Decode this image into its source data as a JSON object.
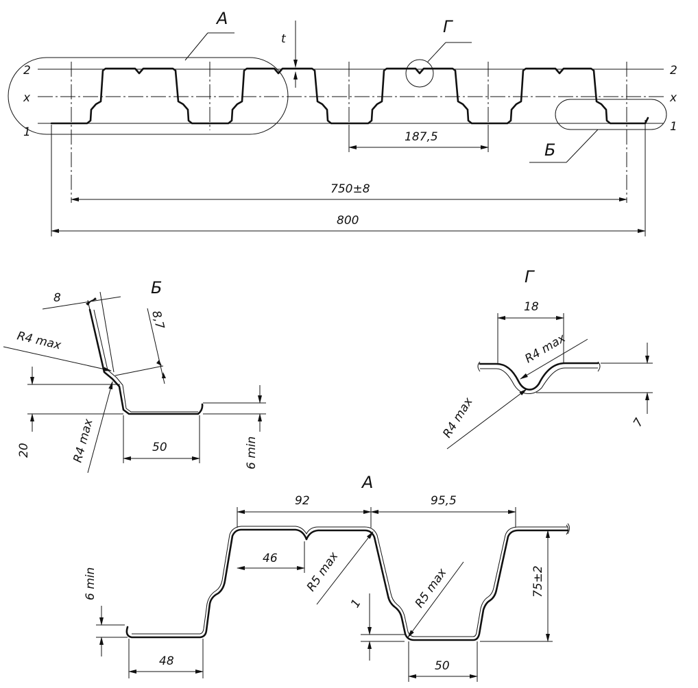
{
  "main_view": {
    "callout_A": "А",
    "callout_B": "Б",
    "callout_G": "Г",
    "label_t": "t",
    "line_2_left": "2",
    "line_2_right": "2",
    "line_x_left": "x",
    "line_x_right": "x",
    "line_1_left": "1",
    "line_1_right": "1",
    "dim_pitch": "187,5",
    "dim_cover_width": "750±8",
    "dim_total_width": "800"
  },
  "detail_B": {
    "title": "Б",
    "dim_lip": "8",
    "dim_offset": "8,7",
    "radius_upper": "R4 max",
    "radius_lower": "R4 max",
    "dim_height": "20",
    "dim_bottom_width": "50",
    "dim_min": "6 min"
  },
  "detail_G": {
    "title": "Г",
    "dim_width": "18",
    "radius_top": "R4  max",
    "radius_bottom": "R4 max",
    "dim_depth": "7"
  },
  "detail_A": {
    "title": "А",
    "dim_top_width": "92",
    "dim_rib_pitch": "95,5",
    "dim_half": "46",
    "radius_left": "R5  max",
    "radius_right": "R5  max",
    "dim_min": "6 min",
    "dim_one": "1",
    "dim_height": "75±2",
    "dim_left_bottom": "48",
    "dim_right_bottom": "50"
  }
}
